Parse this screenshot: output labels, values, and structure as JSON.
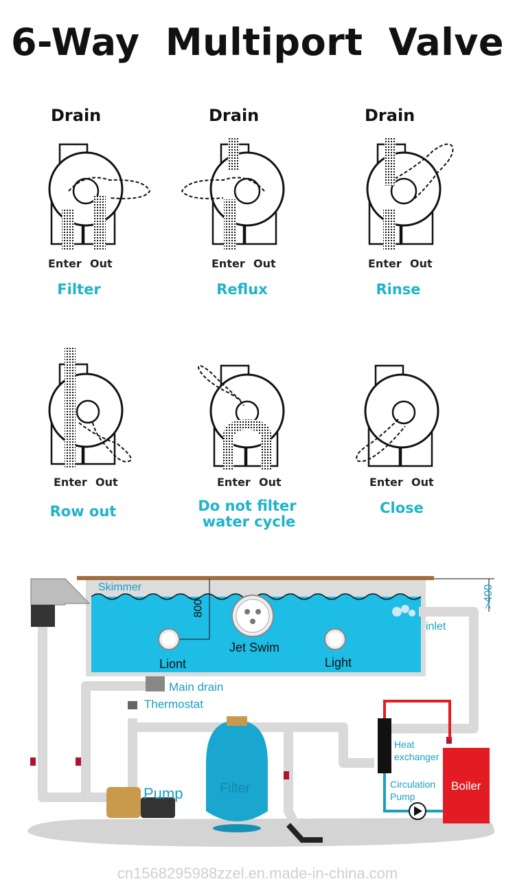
{
  "title": "6-Way  Multiport  Valve",
  "valves": [
    {
      "drain": "Drain",
      "enter": "Enter",
      "out": "Out",
      "mode": "Filter"
    },
    {
      "drain": "Drain",
      "enter": "Enter",
      "out": "Out",
      "mode": "Reflux"
    },
    {
      "drain": "Drain",
      "enter": "Enter",
      "out": "Out",
      "mode": "Rinse"
    },
    {
      "drain": "",
      "enter": "Enter",
      "out": "Out",
      "mode": "Row out"
    },
    {
      "drain": "",
      "enter": "Enter",
      "out": "Out",
      "mode_line1": "Do not filter",
      "mode_line2": "water cycle"
    },
    {
      "drain": "",
      "enter": "Enter",
      "out": "Out",
      "mode": "Close"
    }
  ],
  "pool": {
    "skimmer": "Skimmer",
    "depth": "800",
    "height": ">400",
    "inlet": "inlet",
    "jet_swim": "Jet Swim",
    "light_left": "Liont",
    "light_right": "Light",
    "main_drain": "Main drain",
    "thermostat": "Thermostat",
    "pump": "Pump",
    "filter": "Filter",
    "heat_exchanger_1": "Heat",
    "heat_exchanger_2": "exchanger",
    "circulation_pump_1": "Circulation",
    "circulation_pump_2": "Pump",
    "boiler": "Boiler"
  },
  "colors": {
    "mode_text": "#1fb3c9",
    "water": "#1dbde6",
    "boiler": "#e31b23",
    "pipe": "#d9d9d9"
  },
  "watermark": "cn1568295988zzel.en.made-in-china.com"
}
